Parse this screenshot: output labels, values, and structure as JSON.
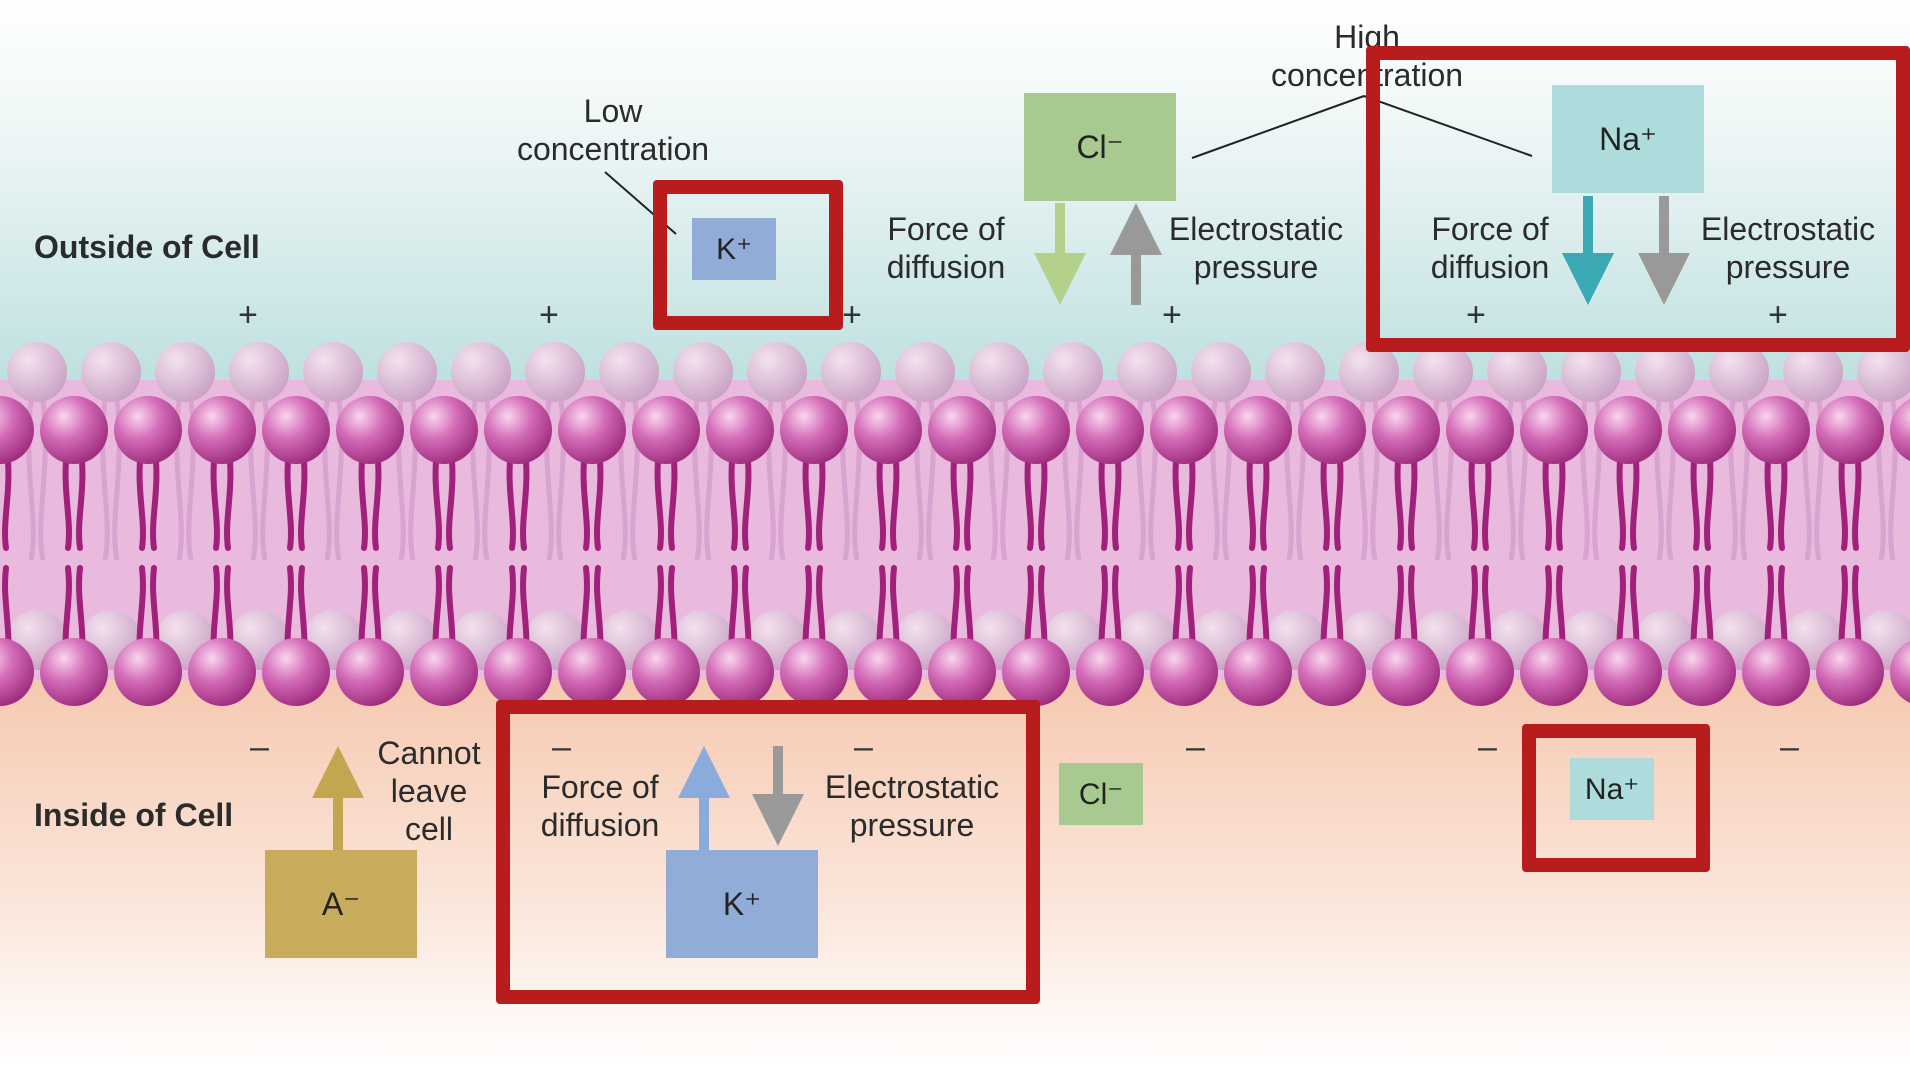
{
  "regions": {
    "outside_label": "Outside of Cell",
    "inside_label": "Inside of Cell"
  },
  "annotations": {
    "low_conc_1": "Low",
    "low_conc_2": "concentration",
    "high_conc_1": "High",
    "high_conc_2": "concentration",
    "cannot_1": "Cannot",
    "cannot_2": "leave",
    "cannot_3": "cell"
  },
  "forces": {
    "diffusion_1": "Force of",
    "diffusion_2": "diffusion",
    "electro_1": "Electrostatic",
    "electro_2": "pressure"
  },
  "ions": {
    "k_out": "K⁺",
    "k_in": "K⁺",
    "cl_out": "Cl⁻",
    "cl_in": "Cl⁻",
    "na_out": "Na⁺",
    "na_in": "Na⁺",
    "anion": "A⁻"
  },
  "charges": {
    "outside": "+",
    "inside": "–"
  },
  "colors": {
    "k": "#92acd8",
    "cl": "#a8c98f",
    "na": "#aedcdd",
    "anion": "#c9ab5c",
    "highlight": "#b91c1c",
    "head": "#c04aa0",
    "tail": "#a0207a",
    "arrow_gray": "#999999",
    "arrow_teal": "#3aa9b3",
    "arrow_blue": "#8aacdc",
    "arrow_green": "#b3d18a",
    "arrow_gold": "#c4a650"
  }
}
